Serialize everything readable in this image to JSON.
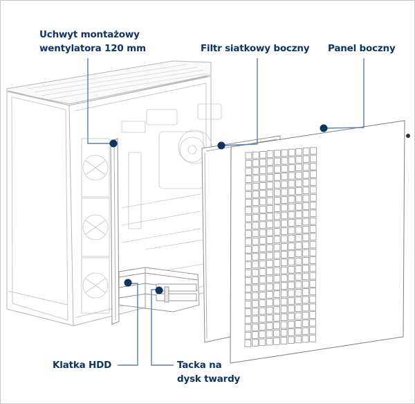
{
  "colors": {
    "label": "#0f3460",
    "leader": "#5b7ea6",
    "dot": "#0f3460",
    "line_art": "#9a9a9a",
    "line_art_light": "#c4c4c4",
    "frame": "#c8c8c8"
  },
  "callouts": {
    "fan_bracket": {
      "line1": "Uchwyt montażowy",
      "line2": "wentylatora 120 mm"
    },
    "mesh_filter": {
      "text": "Filtr siatkowy boczny"
    },
    "side_panel": {
      "text": "Panel boczny"
    },
    "hdd_cage": {
      "text": "Klatka HDD"
    },
    "hdd_tray": {
      "line1": "Tacka na",
      "line2": "dysk twardy"
    }
  },
  "panel_grid": {
    "columns": 10,
    "rows": 25
  }
}
